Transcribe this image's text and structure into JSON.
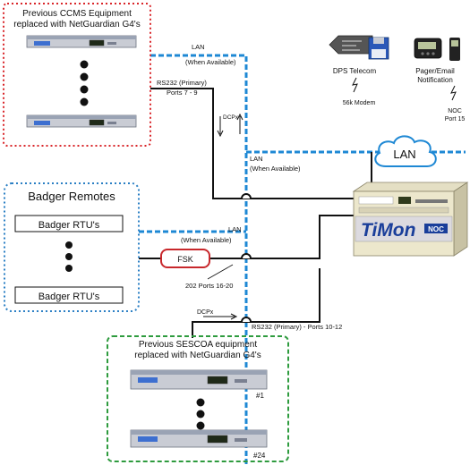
{
  "ccms": {
    "title_line1": "Previous CCMS Equipment",
    "title_line2": "replaced with NetGuardian G4's"
  },
  "badger": {
    "title": "Badger Remotes",
    "rtu_top": "Badger RTU's",
    "rtu_bottom": "Badger RTU's"
  },
  "sescoa": {
    "title_line1": "Previous SESCOA equipment",
    "title_line2": "replaced with NetGuardian G4's",
    "unit_first": "#1",
    "unit_last": "#24"
  },
  "labels": {
    "lan_top_line1": "LAN",
    "lan_top_line2": "(When Available)",
    "rs232_top_line1": "RS232 (Primary)",
    "rs232_top_line2": "Ports 7 - 9",
    "dcpx_vertical": "DCPx",
    "lan_mid_line1": "LAN",
    "lan_mid_line2": "(When Available)",
    "lan_left_line1": "LAN",
    "lan_left_line2": "(When Available)",
    "fsk": "FSK",
    "ports_202": "202 Ports 16-20",
    "dcpx_bottom": "DCPx",
    "rs232_bottom": "RS232 (Primary) - Ports 10-12",
    "lan_cloud": "LAN"
  },
  "devices": {
    "dps_telecom": "DPS Telecom",
    "modem": "56k Modem",
    "pager_line1": "Pager/Email",
    "pager_line2": "Notification",
    "noc_line1": "NOC",
    "noc_line2": "Port 15",
    "timon_brand": "TiMon",
    "timon_badge": "NOC"
  },
  "colors": {
    "red_box": "#d9262a",
    "blue_box": "#2a7fc4",
    "green_box": "#2e9b3e",
    "lan_blue": "#1e88d4",
    "fsk_red": "#c8282c"
  }
}
